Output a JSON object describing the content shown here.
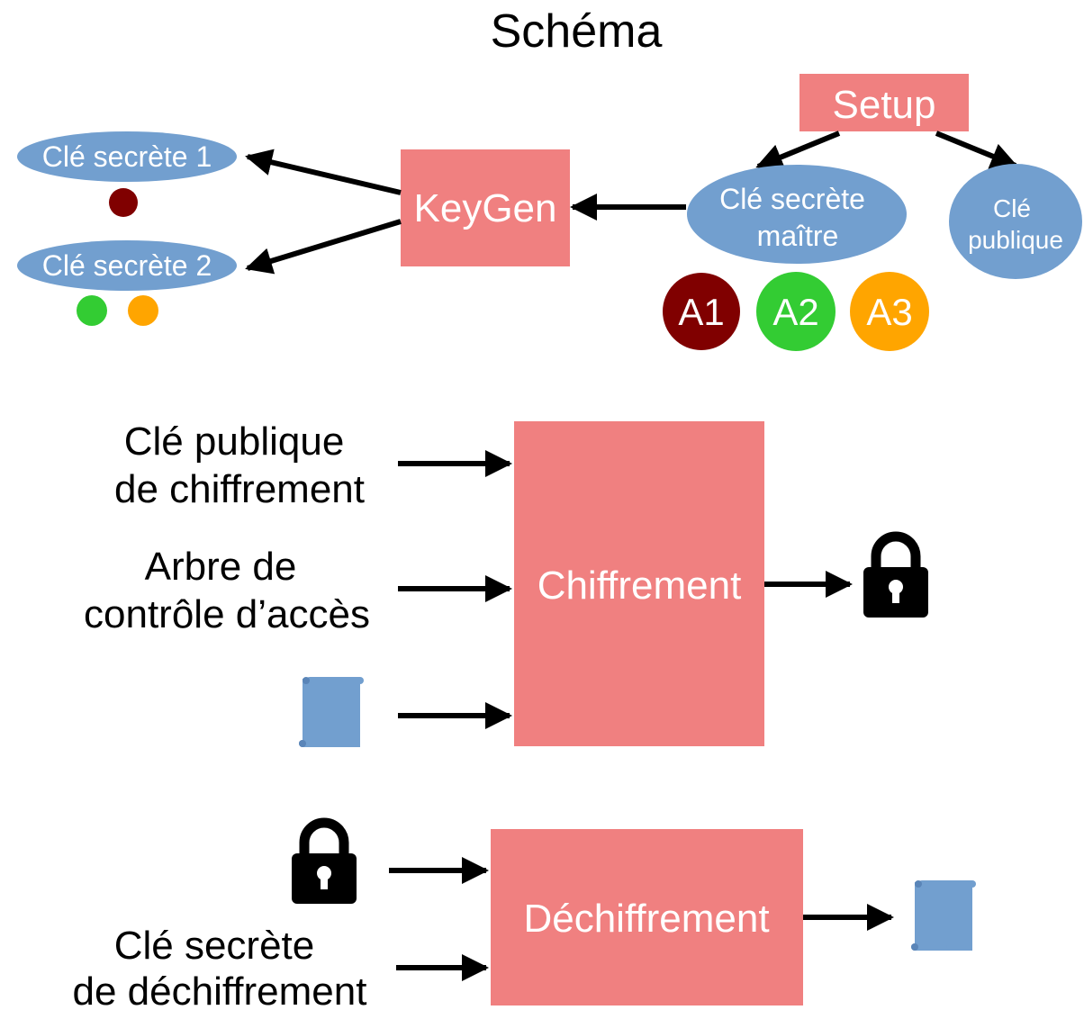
{
  "title": "Schéma",
  "colors": {
    "box": "#f08080",
    "ellipse": "#729fcf",
    "arrow": "#000000",
    "box_text": "#ffffff",
    "dark_red": "#800000",
    "green": "#33cc33",
    "orange": "#ffa500",
    "document": "#729fcf"
  },
  "setup": {
    "label": "Setup"
  },
  "keygen": {
    "label": "KeyGen"
  },
  "master_key": {
    "line1": "Clé secrète",
    "line2": "maître"
  },
  "public_key": {
    "line1": "Clé",
    "line2": "publique"
  },
  "secret_key_1": {
    "label": "Clé secrète 1"
  },
  "secret_key_2": {
    "label": "Clé secrète 2"
  },
  "attributes": [
    {
      "label": "A1",
      "color": "#800000"
    },
    {
      "label": "A2",
      "color": "#33cc33"
    },
    {
      "label": "A3",
      "color": "#ffa500"
    }
  ],
  "encryption": {
    "label": "Chiffrement",
    "input_public_key": {
      "line1": "Clé publique",
      "line2": "de chiffrement"
    },
    "input_tree": {
      "line1": "Arbre de",
      "line2": "contrôle d’accès"
    },
    "input_message_icon": "document-icon",
    "output_icon": "lock-icon"
  },
  "decryption": {
    "label": "Déchiffrement",
    "input_cipher_icon": "lock-icon",
    "input_secret_key": {
      "line1": "Clé secrète",
      "line2": "de déchiffrement"
    },
    "output_icon": "document-icon"
  }
}
